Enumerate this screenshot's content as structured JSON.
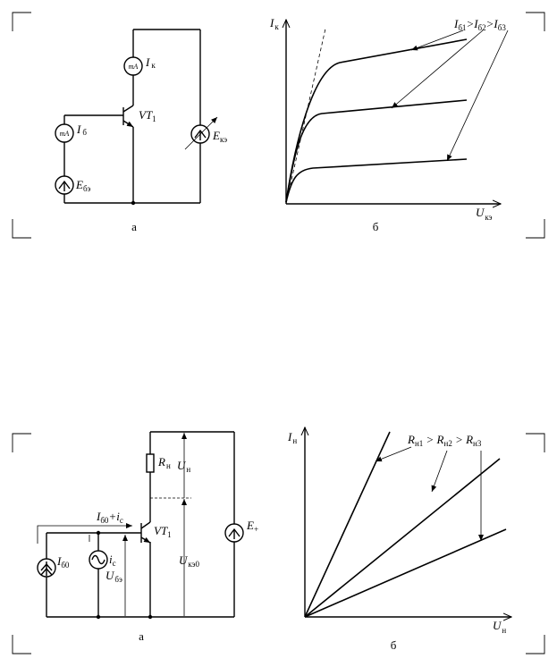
{
  "figure1": {
    "circuit": {
      "caption": "а",
      "meter_ik": "mA",
      "label_ik": "I",
      "label_ik_sub": "к",
      "meter_ib": "mA",
      "label_ib": "I",
      "label_ib_sub": "б",
      "transistor": "VT",
      "transistor_sub": "1",
      "source_ebe": "E",
      "source_ebe_sub": "бэ",
      "source_eke": "E",
      "source_eke_sub": "кэ"
    },
    "graph": {
      "caption": "б",
      "y_axis": "I",
      "y_axis_sub": "к",
      "x_axis": "U",
      "x_axis_sub": "кэ",
      "legend": [
        {
          "t": "I",
          "s": "б1"
        },
        {
          "t": ">I",
          "s": "б2"
        },
        {
          "t": ">I",
          "s": "б3"
        }
      ]
    }
  },
  "figure2": {
    "circuit": {
      "caption": "а",
      "resistor": "R",
      "resistor_sub": "н",
      "voltage_un": "U",
      "voltage_un_sub": "н",
      "transistor": "VT",
      "transistor_sub": "1",
      "source_e": "E",
      "source_e_sub": "+",
      "current": "I",
      "current_sub": "б0",
      "current_tail": "+i",
      "current_tail_sub": "с",
      "source_ib0": "I",
      "source_ib0_sub": "б0",
      "source_ic": "i",
      "source_ic_sub": "с",
      "voltage_ube": "U",
      "voltage_ube_sub": "бэ",
      "voltage_uke0": "U",
      "voltage_uke0_sub": "кэ0"
    },
    "graph": {
      "caption": "б",
      "y_axis": "I",
      "y_axis_sub": "н",
      "x_axis": "U",
      "x_axis_sub": "н",
      "legend": [
        {
          "t": "R",
          "s": "н1"
        },
        {
          "t": " > R",
          "s": "н2"
        },
        {
          "t": " > R",
          "s": "н3"
        }
      ]
    }
  }
}
